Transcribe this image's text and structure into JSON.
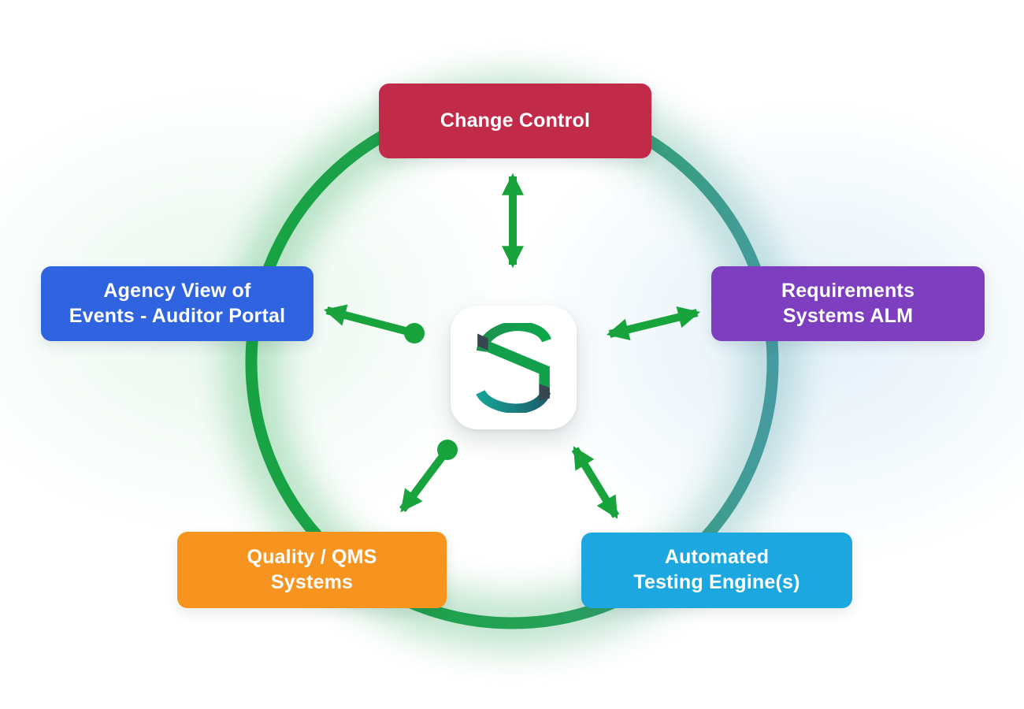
{
  "diagram": {
    "type": "hub-and-spoke",
    "hub": {
      "icon": "s-mark-logo-icon",
      "background": "#ffffff"
    },
    "ring": {
      "gradient_start": "#17A343",
      "gradient_mid": "#2EA05C",
      "gradient_end": "#459BA0"
    },
    "arrow_color": "#18A33C",
    "nodes": [
      {
        "id": "change-control",
        "label": "Change Control",
        "color": "#C22A4A",
        "connector": "double-arrow"
      },
      {
        "id": "requirements-systems-alm",
        "label": "Requirements\nSystems ALM",
        "color": "#7D3EC0",
        "connector": "double-arrow"
      },
      {
        "id": "agency-view",
        "label": "Agency View of\nEvents - Auditor Portal",
        "color": "#2F63DF",
        "connector": "dot-to-arrow"
      },
      {
        "id": "quality-qms",
        "label": "Quality / QMS\nSystems",
        "color": "#F7941F",
        "connector": "dot-to-arrow"
      },
      {
        "id": "automated-testing",
        "label": "Automated\nTesting Engine(s)",
        "color": "#1CA7E0",
        "connector": "double-arrow"
      }
    ]
  }
}
